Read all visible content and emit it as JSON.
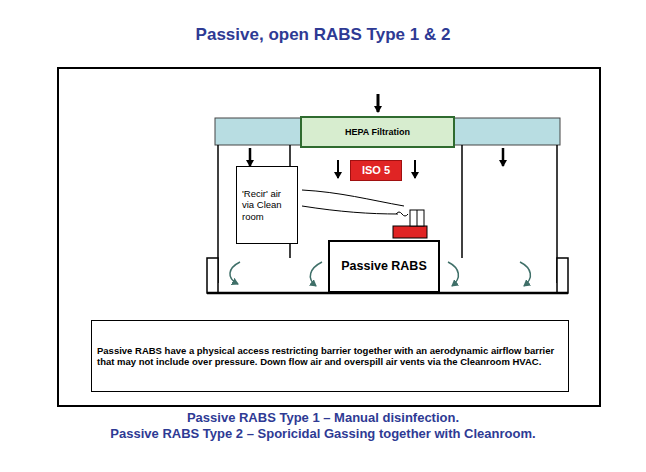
{
  "diagram": {
    "title": "Passive, open RABS Type 1 & 2",
    "caption": "Passive RABS Type 1 – Manual disinfection.",
    "nodes": [
      {
        "text": [
          "HEPA Filtration"
        ]
      },
      {
        "text": [
          "ISO 5"
        ]
      },
      {
        "text": [
          "'Recir' air via Clean room"
        ]
      },
      {
        "text": [
          "Passive RABS"
        ]
      },
      {
        "text": [
          "Passive RABS have a physical access restricting barrier together with an aerodynamic airflow barrier that may not include over pressure. Down flow air and overspill air vents via the Cleanroom HVAC."
        ]
      }
    ],
    "labels": [
      "Passive RABS Type 2 – Sporicidal Gassing together with Cleanroom."
    ]
  }
}
